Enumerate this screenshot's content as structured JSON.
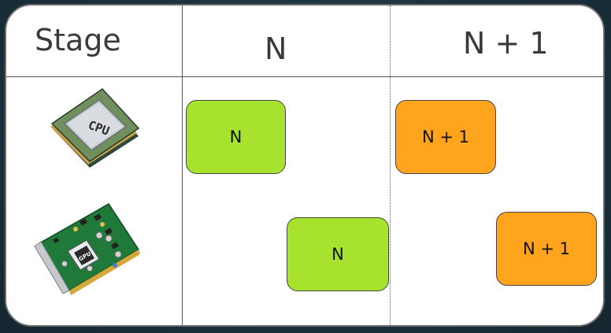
{
  "header": {
    "stage_label": "Stage",
    "frame_n": "N",
    "frame_n1": "N + 1"
  },
  "rows": [
    {
      "device": "cpu",
      "icon": "cpu-chip-icon",
      "icon_text": "CPU",
      "boxes": [
        {
          "label": "N",
          "color": "#a6e22e"
        },
        {
          "label": "N + 1",
          "color": "#ffa41c"
        }
      ]
    },
    {
      "device": "gpu",
      "icon": "gpu-card-icon",
      "icon_text": "GPU",
      "boxes": [
        {
          "label": "N",
          "color": "#a6e22e"
        },
        {
          "label": "N + 1",
          "color": "#ffa41c"
        }
      ]
    }
  ],
  "colors": {
    "frame_n": "#a6e22e",
    "frame_n1": "#ffa41c",
    "panel_bg": "#ffffff",
    "page_bg": "#1c3340"
  }
}
